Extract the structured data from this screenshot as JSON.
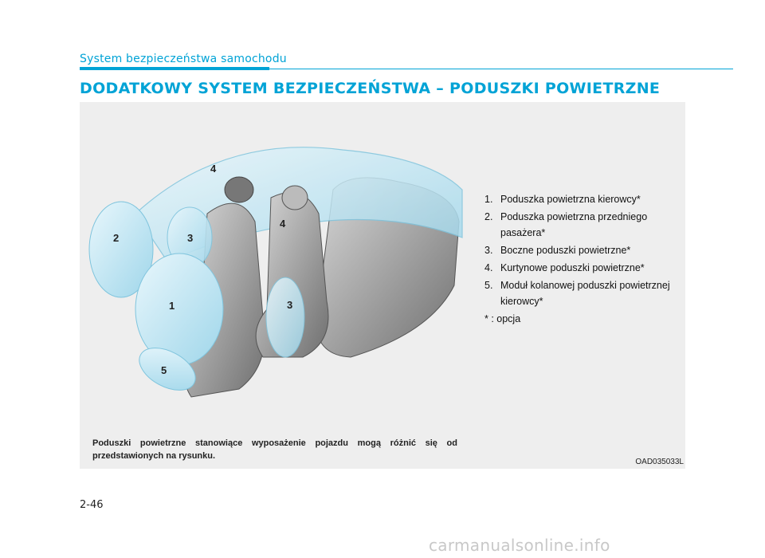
{
  "header": {
    "section_title": "System bezpieczeństwa samochodu",
    "main_title": "DODATKOWY SYSTEM BEZPIECZEŃSTWA – PODUSZKI POWIETRZNE"
  },
  "figure": {
    "callouts": [
      "1",
      "2",
      "3",
      "3",
      "4",
      "4",
      "5"
    ],
    "legend": {
      "items": [
        {
          "num": "1.",
          "text": "Poduszka powietrzna kierowcy*"
        },
        {
          "num": "2.",
          "text": "Poduszka powietrzna przedniego pasażera*"
        },
        {
          "num": "3.",
          "text": "Boczne poduszki powietrzne*"
        },
        {
          "num": "4.",
          "text": "Kurtynowe poduszki powietrzne*"
        },
        {
          "num": "5.",
          "text": "Moduł kolanowej poduszki powietrznej kierowcy*"
        }
      ],
      "note": "* : opcja"
    },
    "caption": "Poduszki powietrzne stanowiące wyposażenie pojazdu mogą różnić się od przedstawionych na rysunku.",
    "code": "OAD035033L"
  },
  "footer": {
    "page_number": "2-46",
    "watermark": "carmanualsonline.info"
  },
  "colors": {
    "accent": "#00a3d6",
    "figure_bg": "#eeeeee",
    "airbag": "#bfe6f2",
    "seat": "#9a9a9a"
  }
}
